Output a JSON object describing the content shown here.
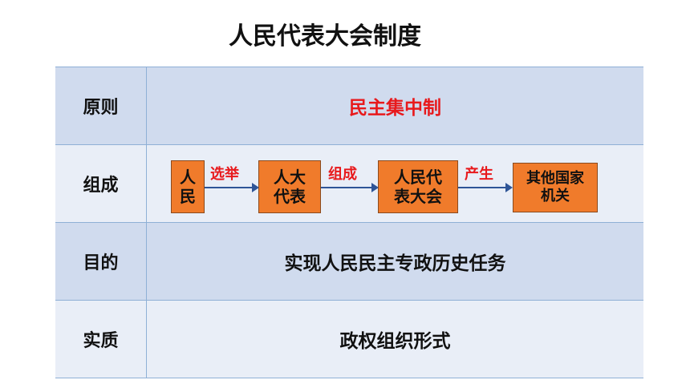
{
  "title": "人民代表大会制度",
  "rows": [
    {
      "label": "原则",
      "content": "民主集中制"
    },
    {
      "label": "组成"
    },
    {
      "label": "目的",
      "content": "实现人民民主专政历史任务"
    },
    {
      "label": "实质",
      "content": "政权组织形式"
    }
  ],
  "flow": {
    "box1": "人民",
    "arrow1": "选举",
    "box2": "人大代表",
    "arrow2": "组成",
    "box3": "人民代表大会",
    "arrow3": "产生",
    "box4": "其他国家机关"
  }
}
